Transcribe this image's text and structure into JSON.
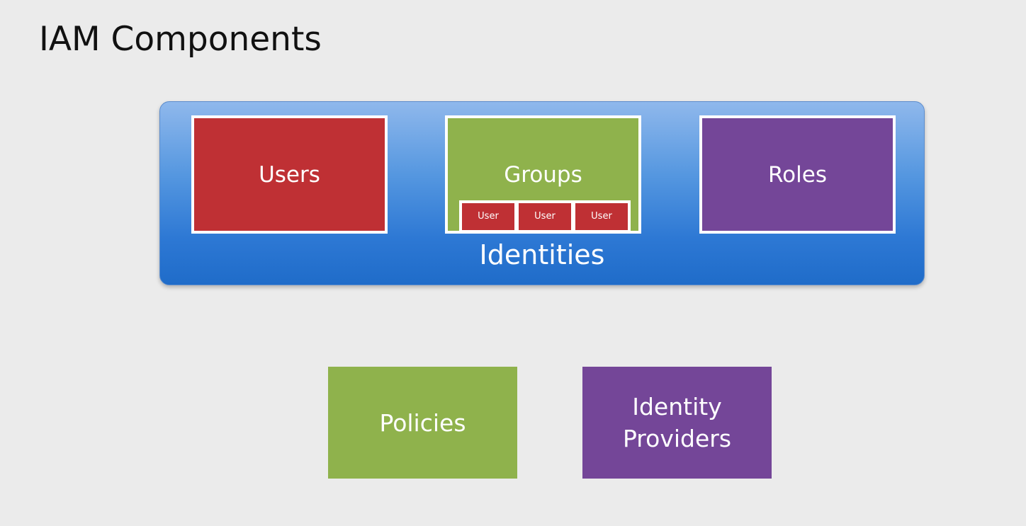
{
  "slide": {
    "title": "IAM Components"
  },
  "identities": {
    "label": "Identities",
    "users": {
      "label": "Users"
    },
    "groups": {
      "label": "Groups",
      "members": [
        "User",
        "User",
        "User"
      ]
    },
    "roles": {
      "label": "Roles"
    }
  },
  "other_components": {
    "policies": {
      "label": "Policies"
    },
    "identity_providers": {
      "line1": "Identity",
      "line2": "Providers"
    }
  },
  "colors": {
    "background": "#ebebeb",
    "identities_panel": "#2d78d4",
    "users_red": "#bf3034",
    "groups_green": "#8fb24c",
    "roles_purple": "#744698"
  }
}
